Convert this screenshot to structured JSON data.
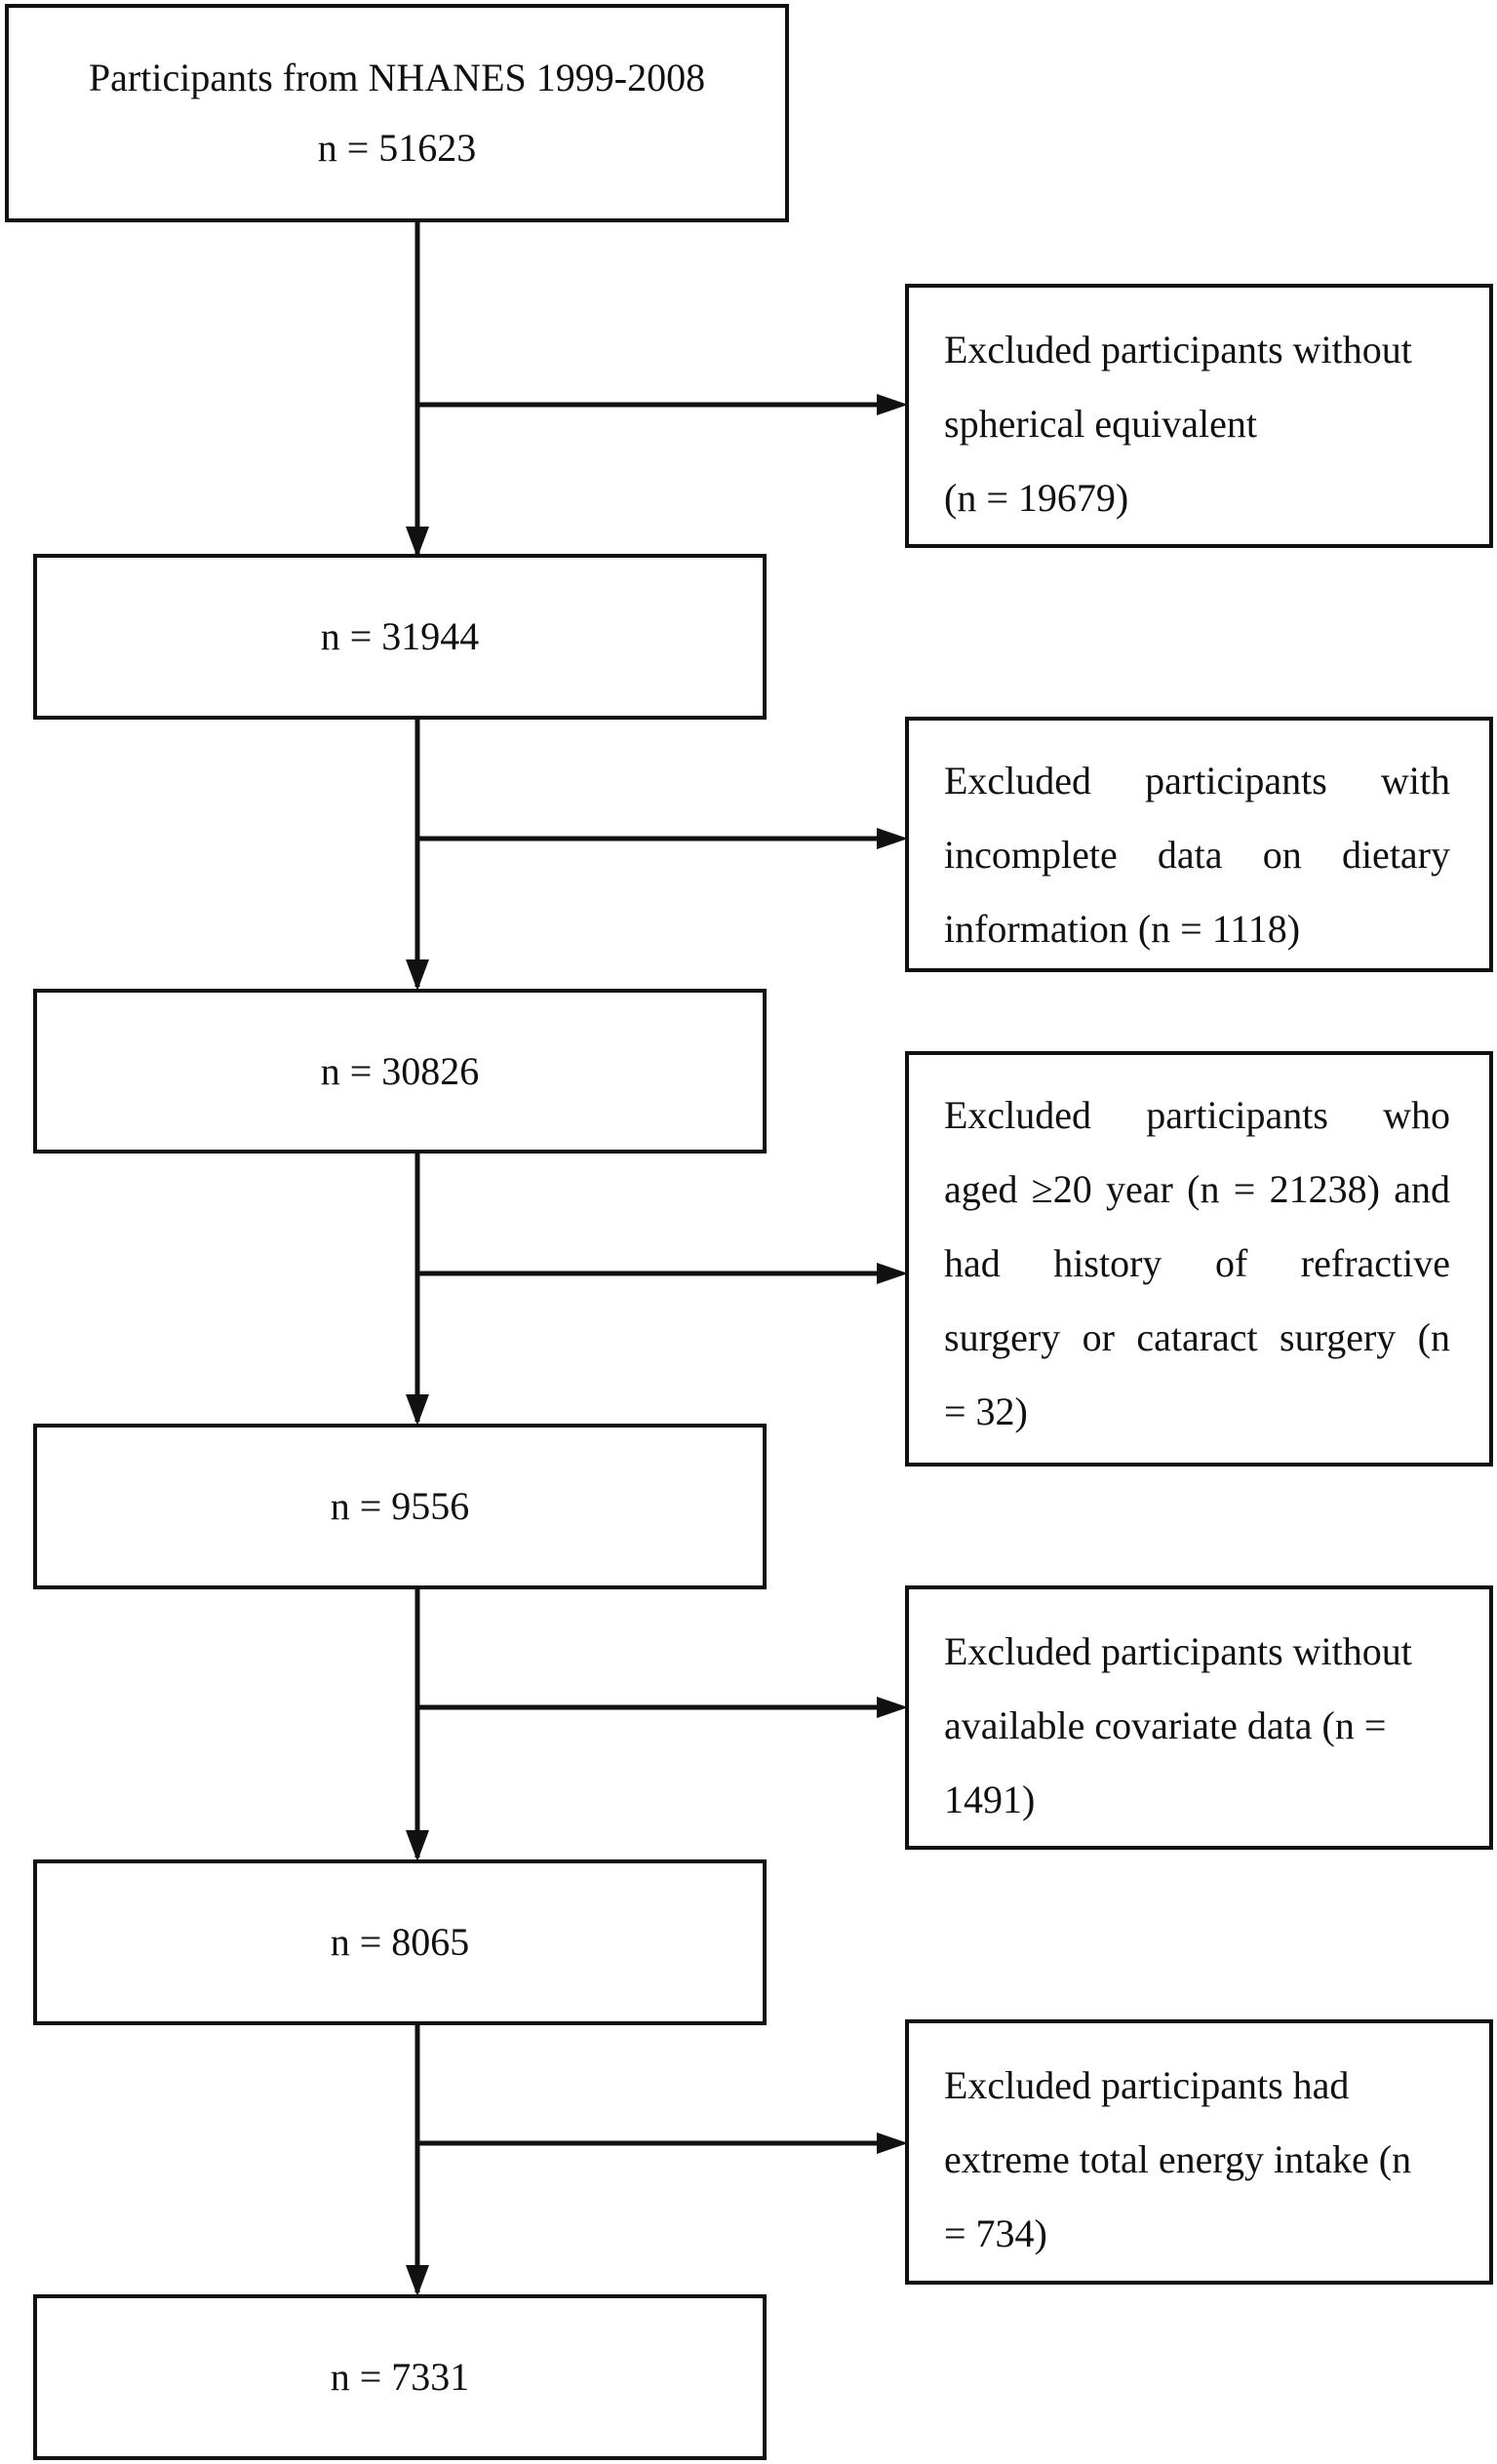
{
  "main_boxes": [
    {
      "line1": "Participants from NHANES 1999-2008",
      "line2": "n = 51623"
    },
    {
      "text": "n = 31944"
    },
    {
      "text": "n = 30826"
    },
    {
      "text": "n = 9556"
    },
    {
      "text": "n = 8065"
    },
    {
      "text": "n = 7331"
    }
  ],
  "exclusions": [
    {
      "lines": [
        "Excluded participants without",
        "spherical equivalent",
        "(n = 19679)"
      ]
    },
    {
      "lines": [
        "Excluded participants with",
        "incomplete data on dietary",
        "information (n = 1118)"
      ]
    },
    {
      "lines": [
        "Excluded participants who",
        "aged ≥20 year (n = 21238) and",
        "had history of refractive",
        "surgery or cataract surgery (n",
        "= 32)"
      ]
    },
    {
      "lines": [
        "Excluded participants without",
        "available covariate data (n =",
        "1491)"
      ]
    },
    {
      "lines": [
        "Excluded participants had",
        "extreme total energy intake (n",
        "= 734)"
      ]
    }
  ]
}
